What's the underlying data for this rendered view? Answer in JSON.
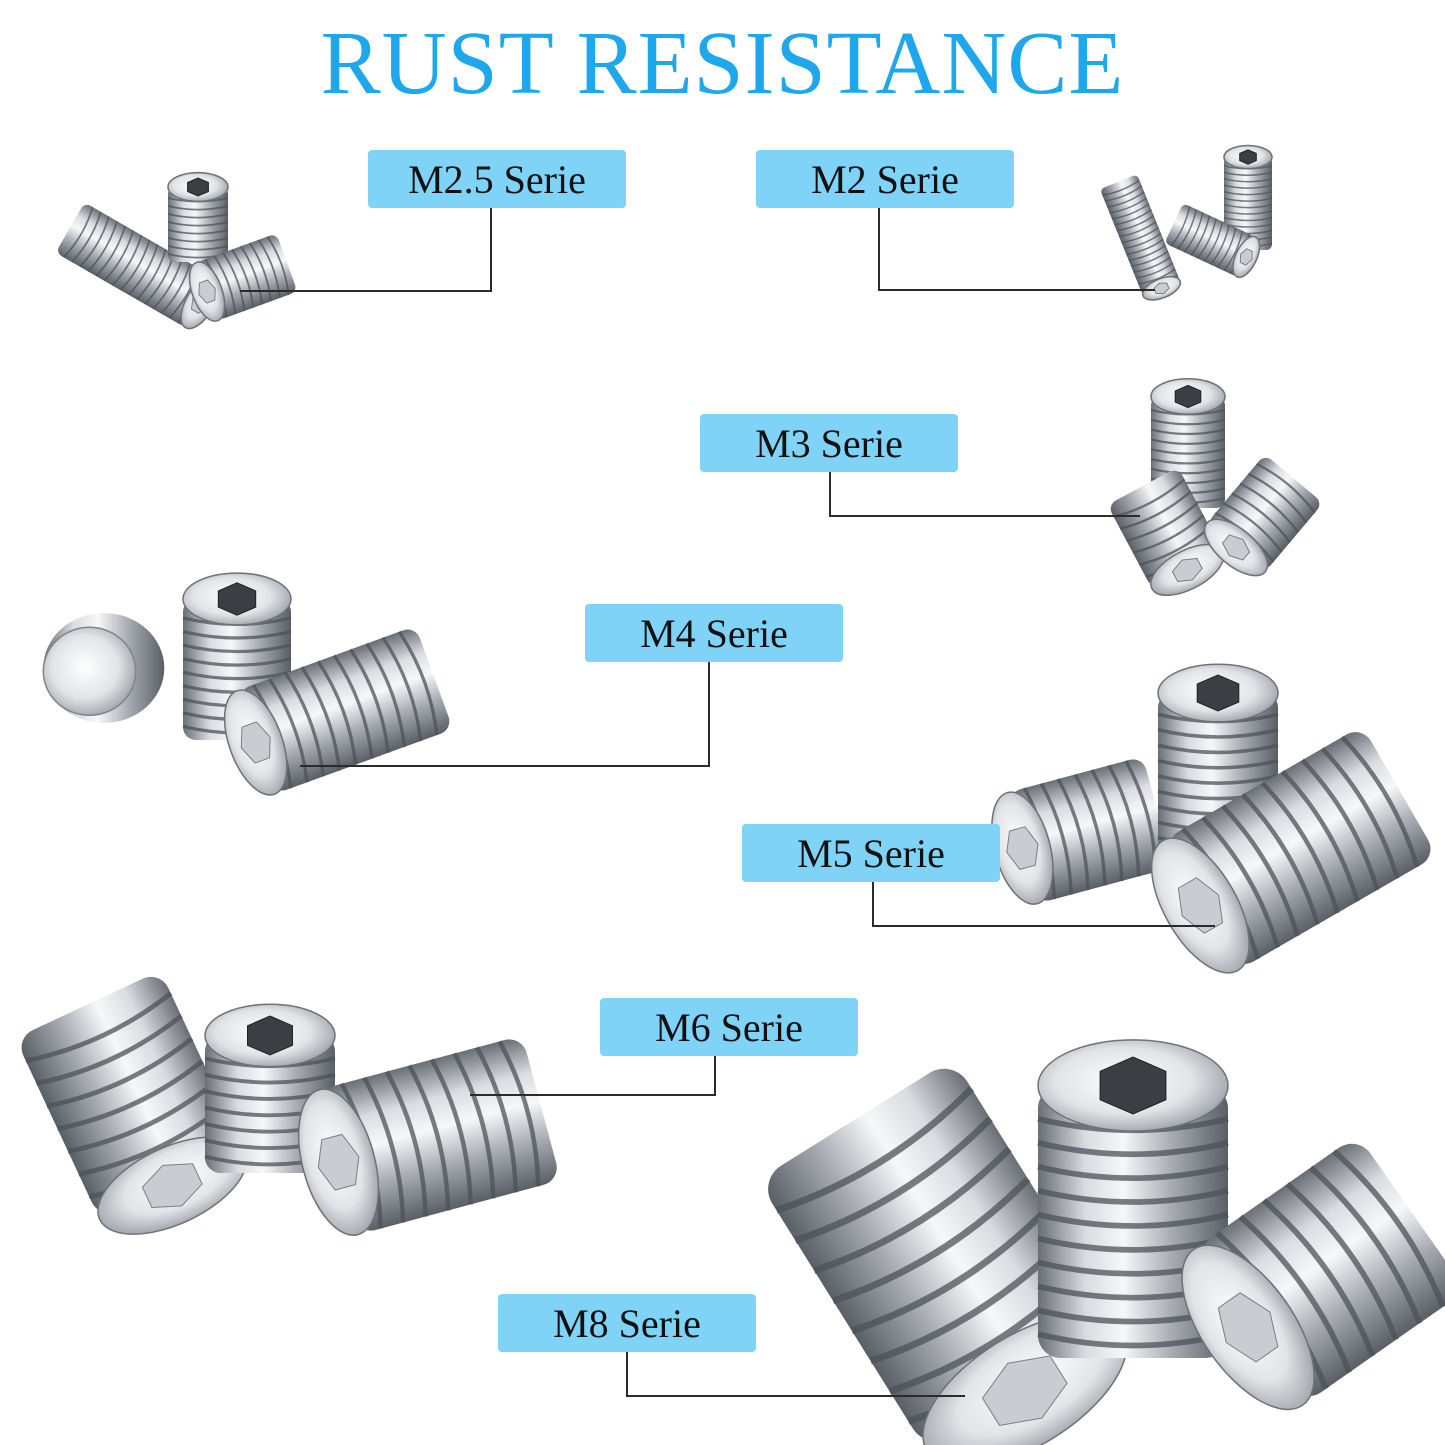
{
  "title": {
    "text": "RUST RESISTANCE",
    "color": "#1ea7ec"
  },
  "colors": {
    "label_bg": "#7fd3f7",
    "label_text": "#111111",
    "leader": "#2b2b2b",
    "steel_light": "#f2f3f5",
    "steel_mid": "#b8bcc2",
    "steel_dark": "#5d6168"
  },
  "labels": [
    {
      "id": "m25",
      "text": "M2.5 Serie"
    },
    {
      "id": "m2",
      "text": "M2 Serie"
    },
    {
      "id": "m3",
      "text": "M3 Serie"
    },
    {
      "id": "m4",
      "text": "M4 Serie"
    },
    {
      "id": "m5",
      "text": "M5 Serie"
    },
    {
      "id": "m6",
      "text": "M6 Serie"
    },
    {
      "id": "m8",
      "text": "M8 Serie"
    }
  ],
  "picture": {
    "subject": "stainless-steel hex socket set screws",
    "icon": "set-screw-icon"
  }
}
